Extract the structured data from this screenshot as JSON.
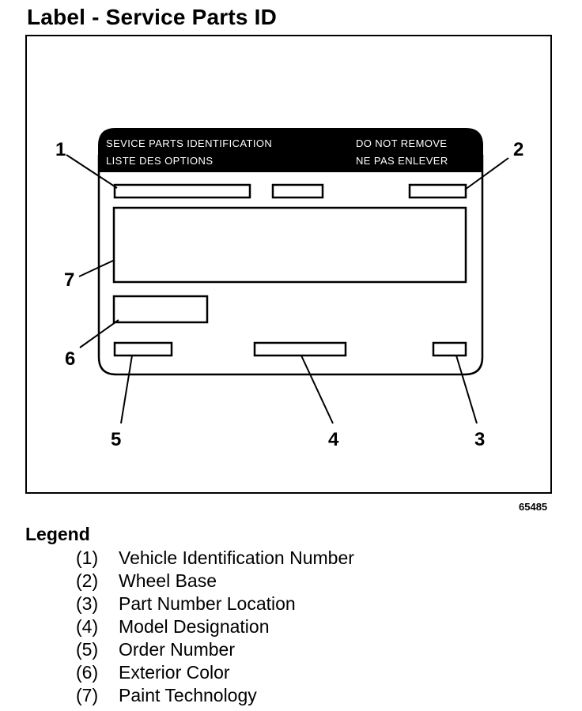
{
  "title": "Label - Service Parts ID",
  "label": {
    "line1_left": "SEVICE PARTS IDENTIFICATION",
    "line1_right": "DO NOT REMOVE",
    "line2_left": "LISTE DES OPTIONS",
    "line2_right": "NE PAS ENLEVER"
  },
  "callouts": [
    "1",
    "2",
    "3",
    "4",
    "5",
    "6",
    "7"
  ],
  "figure_number": "65485",
  "legend": {
    "title": "Legend",
    "items": [
      {
        "num": "(1)",
        "text": "Vehicle Identification Number"
      },
      {
        "num": "(2)",
        "text": "Wheel Base"
      },
      {
        "num": "(3)",
        "text": "Part Number Location"
      },
      {
        "num": "(4)",
        "text": "Model Designation"
      },
      {
        "num": "(5)",
        "text": "Order Number"
      },
      {
        "num": "(6)",
        "text": "Exterior Color"
      },
      {
        "num": "(7)",
        "text": "Paint Technology"
      }
    ]
  }
}
